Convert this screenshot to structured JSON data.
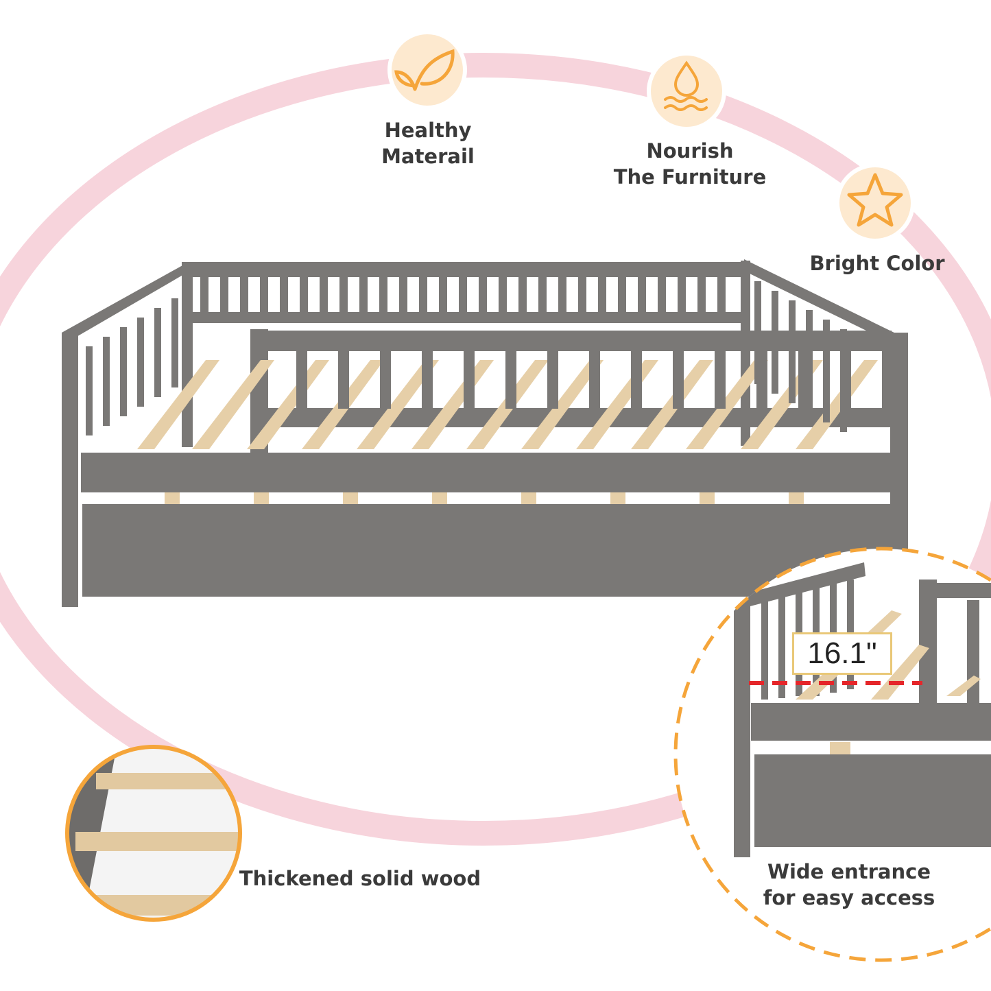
{
  "features": [
    {
      "icon": "leaf-icon",
      "label_line1": "Healthy",
      "label_line2": "Materail"
    },
    {
      "icon": "water-drop-icon",
      "label_line1": "Nourish",
      "label_line2": "The Furniture"
    },
    {
      "icon": "star-icon",
      "label_line1": "Bright Color"
    }
  ],
  "callouts": {
    "slats": "Thickened solid wood",
    "entrance_line1": "Wide entrance",
    "entrance_line2": "for easy access",
    "height_measurement": "16.1\""
  },
  "colors": {
    "ring": "#f7d4dc",
    "accent": "#f5a53a",
    "icon_bg": "#fde9cf",
    "bed": "#7a7876",
    "slat": "#e6cfa8",
    "dash": "#e5262a"
  }
}
